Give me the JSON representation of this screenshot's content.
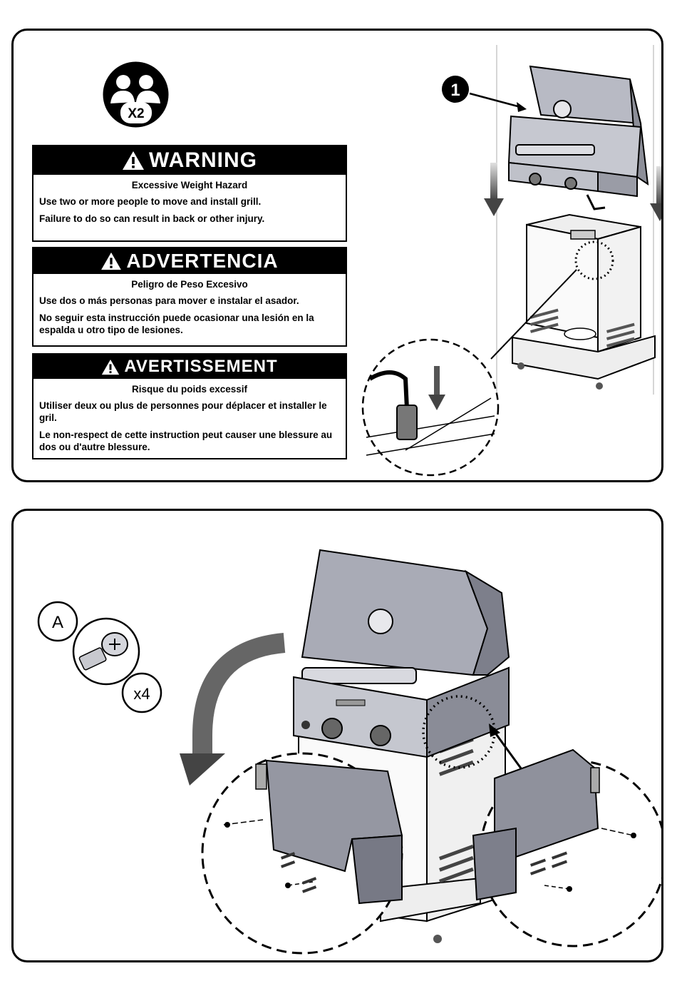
{
  "step1": {
    "people_badge": "X2",
    "callout_number": "1",
    "warning_en": {
      "heading": "WARNING",
      "subtitle": "Excessive Weight Hazard",
      "line1": "Use two or more people to move and install grill.",
      "line2": "Failure to do so can result in back or other injury."
    },
    "warning_es": {
      "heading": "ADVERTENCIA",
      "subtitle": "Peligro de Peso Excesivo",
      "line1": "Use dos o más personas para mover e instalar el asador.",
      "line2": "No seguir esta instrucción puede ocasionar una lesión en la espalda u otro tipo de lesiones."
    },
    "warning_fr": {
      "heading": "AVERTISSEMENT",
      "subtitle": "Risque du poids excessif",
      "line1": "Utiliser deux ou plus de personnes pour déplacer et installer le gril.",
      "line2": "Le non-respect de cette instruction peut causer une blessure au dos ou d'autre blessure."
    }
  },
  "step2": {
    "part_label": "A",
    "part_quantity": "x4"
  },
  "colors": {
    "outline": "#000000",
    "metal_light": "#c9cbd3",
    "metal_mid": "#a7a9b4",
    "metal_dark": "#6e707c",
    "arrow_gray": "#555555"
  }
}
